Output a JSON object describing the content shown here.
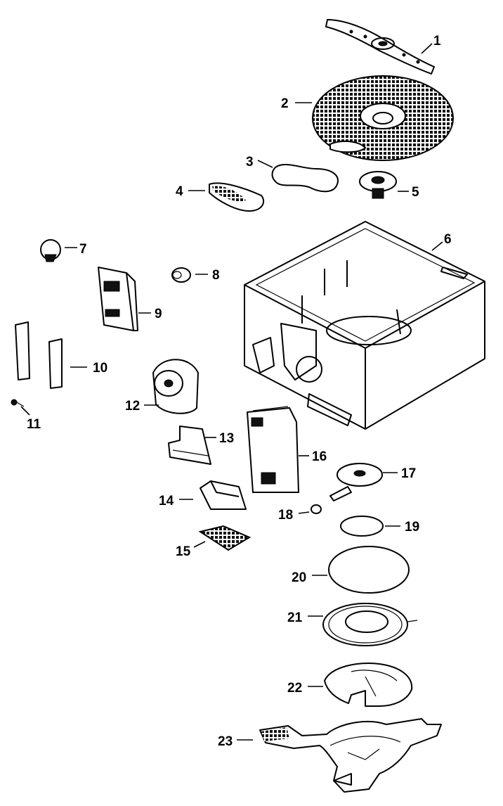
{
  "diagram": {
    "callouts": [
      "1",
      "2",
      "3",
      "4",
      "5",
      "6",
      "7",
      "8",
      "9",
      "10",
      "11",
      "12",
      "13",
      "14",
      "15",
      "16",
      "17",
      "18",
      "19",
      "20",
      "21",
      "22",
      "23"
    ]
  }
}
